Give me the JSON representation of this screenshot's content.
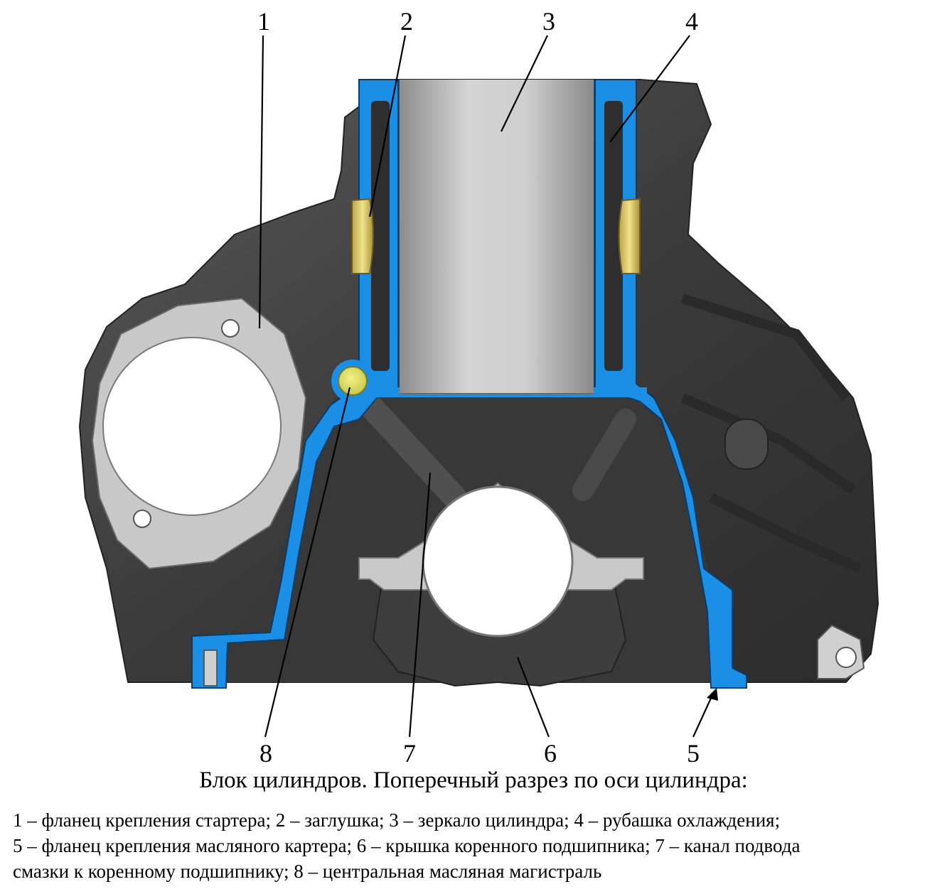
{
  "callouts": {
    "n1": "1",
    "n2": "2",
    "n3": "3",
    "n4": "4",
    "n5": "5",
    "n6": "6",
    "n7": "7",
    "n8": "8"
  },
  "caption": {
    "title": "Блок цилиндров. Поперечный разрез по оси цилиндра:",
    "legend_lines": [
      "1 – фланец крепления стартера; 2 – заглушка; 3 – зеркало цилиндра; 4 – рубашка охлаждения;",
      "5 – фланец крепления масляного картера; 6 – крышка коренного подшипника; 7 – канал подвода",
      "смазки к коренному подшипнику; 8 – центральная масляная магистраль"
    ]
  },
  "colors": {
    "section_cut": "#1b8fe6",
    "casting_dark": "#3a3a3a",
    "casting_mid": "#555555",
    "flange_light": "#c9c9c9",
    "cylinder_bore": "#b5b5b5",
    "plug_yellow": "#e8d96a",
    "oil_gallery": "#e4e06a"
  }
}
